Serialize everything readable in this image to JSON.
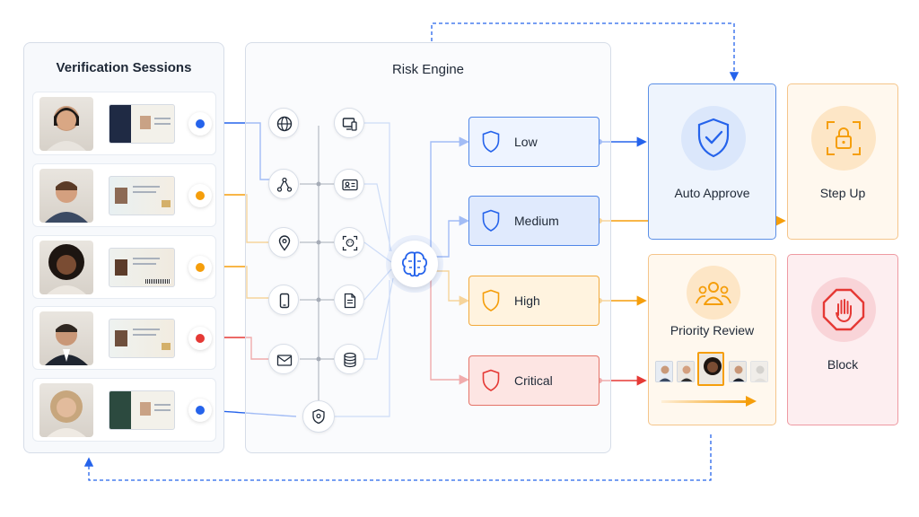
{
  "sessions": {
    "title": "Verification Sessions",
    "rows": [
      {
        "status_color": "#2563eb"
      },
      {
        "status_color": "#f59e0b"
      },
      {
        "status_color": "#f59e0b"
      },
      {
        "status_color": "#e53935"
      },
      {
        "status_color": "#2563eb"
      }
    ]
  },
  "engine": {
    "title": "Risk Engine",
    "signal_icons": [
      "globe-icon",
      "device-icon",
      "network-icon",
      "id-card-icon",
      "location-icon",
      "face-scan-icon",
      "phone-icon",
      "document-icon",
      "email-icon",
      "database-icon",
      "shield-icon"
    ],
    "core_icon": "brain-icon"
  },
  "risk_levels": [
    {
      "label": "Low",
      "color": "#2563eb"
    },
    {
      "label": "Medium",
      "color": "#2563eb"
    },
    {
      "label": "High",
      "color": "#f59e0b"
    },
    {
      "label": "Critical",
      "color": "#e53935"
    }
  ],
  "outcomes": {
    "auto_approve": "Auto Approve",
    "step_up": "Step Up",
    "priority_review": "Priority Review",
    "block": "Block"
  },
  "colors": {
    "blue": "#2563eb",
    "orange": "#f59e0b",
    "red": "#e53935"
  }
}
